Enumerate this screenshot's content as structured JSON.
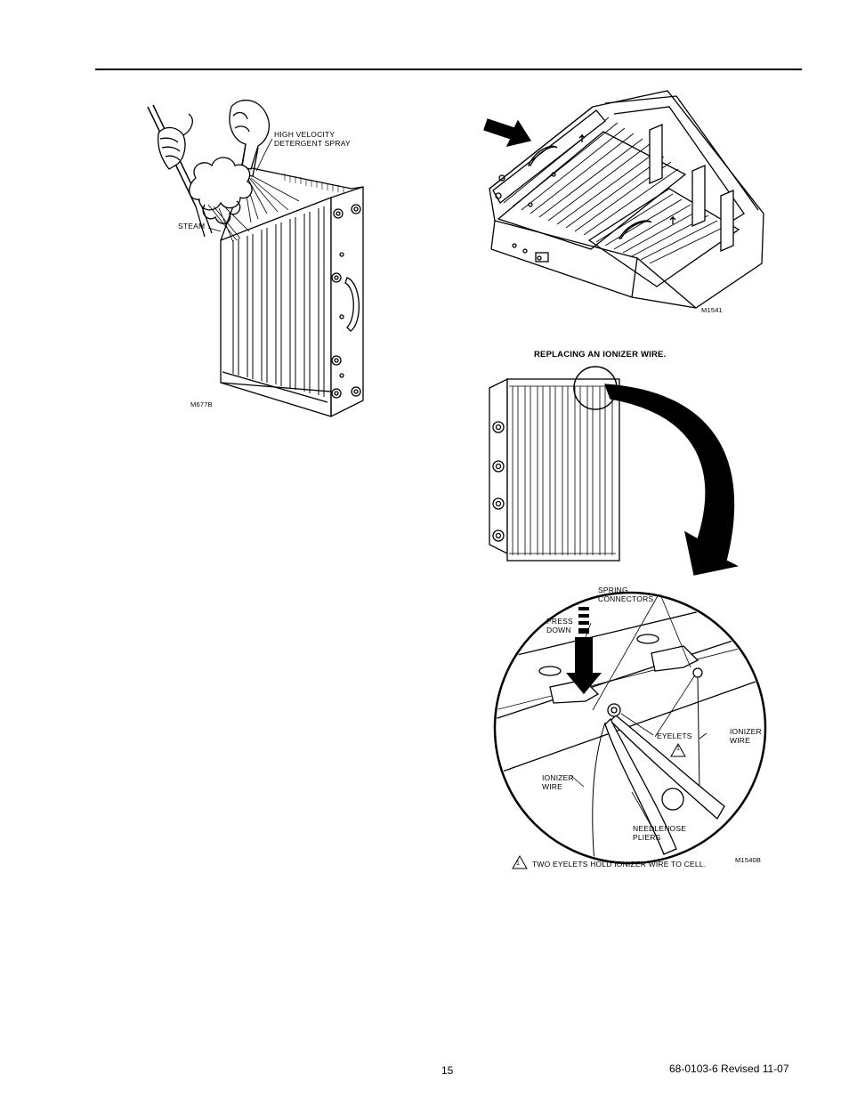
{
  "figure_cleaning": {
    "label_spray": "HIGH VELOCITY\nDETERGENT SPRAY",
    "label_steam": "STEAM",
    "figure_code": "M677B"
  },
  "figure_cell_removal": {
    "figure_code": "M1541"
  },
  "figure_ionizer": {
    "title": "REPLACING AN IONIZER WIRE.",
    "label_spring": "SPRING\nCONNECTORS",
    "label_press": "PRESS\nDOWN",
    "label_eyelets": "EYELETS",
    "label_ionizer_wire_right": "IONIZER\nWIRE",
    "label_ionizer_wire_left": "IONIZER\nWIRE",
    "label_pliers": "NEEDLENOSE\nPLIERS",
    "note_number": "1",
    "note_text": "TWO EYELETS HOLD IONIZER WIRE TO CELL.",
    "figure_code": "M1540B"
  },
  "footer": {
    "page_number": "15",
    "doc_ref": "68-0103-6  Revised  11-07"
  }
}
